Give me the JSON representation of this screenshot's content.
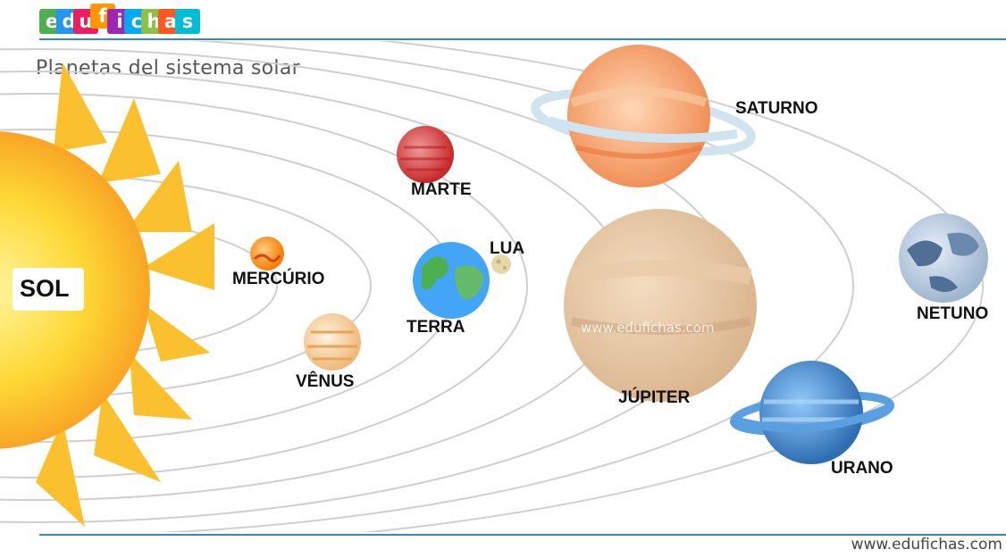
{
  "logo": {
    "letters": [
      "e",
      "d",
      "u",
      "f",
      "i",
      "c",
      "h",
      "a",
      "s"
    ]
  },
  "title": "Planetas del sistema solar",
  "footer_url": "www.edufichas.com",
  "watermark": "www.edufichas.com",
  "labels": {
    "sol": "SOL",
    "mercurio": "MERCÚRIO",
    "venus": "VÊNUS",
    "terra": "TERRA",
    "lua": "LUA",
    "marte": "MARTE",
    "jupiter": "JÚPITER",
    "saturno": "SATURNO",
    "urano": "URANO",
    "netuno": "NETUNO"
  },
  "colors": {
    "accent": "#2a8ad8",
    "orbit": "#cfcfcf",
    "sun": "#fbc02d",
    "logo": [
      "#4caf50",
      "#2196f3",
      "#e91e63",
      "#ff9800",
      "#9c27b0",
      "#03a9f4",
      "#8bc34a",
      "#ff5722",
      "#00bcd4"
    ]
  }
}
